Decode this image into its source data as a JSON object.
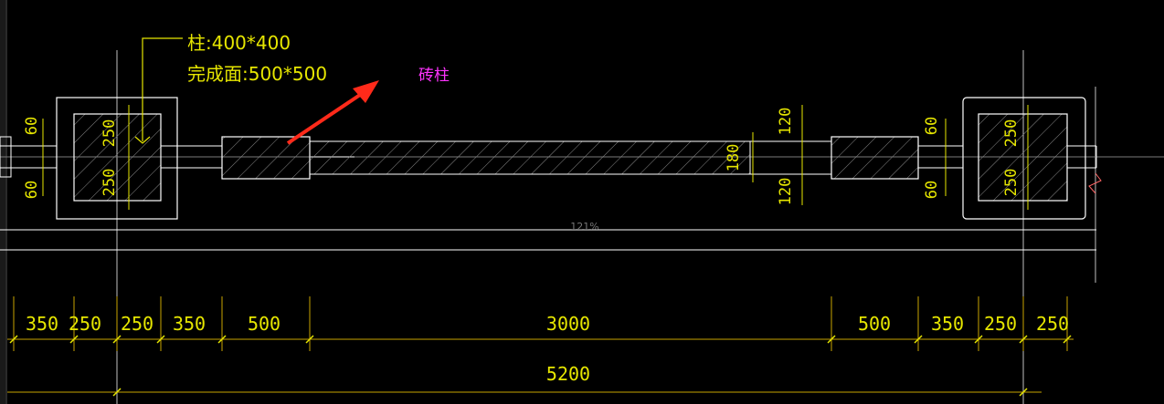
{
  "annotations": {
    "column_size": "柱:400*400",
    "finished_face": "完成面:500*500",
    "brick_column": "砖柱",
    "zoom_watermark": "121%"
  },
  "dimensions": {
    "bottom_row": [
      "350",
      "250",
      "250",
      "350",
      "500",
      "3000",
      "500",
      "350",
      "250",
      "250"
    ],
    "total": "5200",
    "left_upper": "60",
    "left_lower": "60",
    "left_col_upper": "250",
    "left_col_lower": "250",
    "right_gap_upper": "120",
    "right_gap_lower": "120",
    "right_wall": "180",
    "right_upper": "60",
    "right_lower": "60",
    "right_col_upper": "250",
    "right_col_lower": "250"
  },
  "colors": {
    "background": "#000000",
    "lines": "#ffffff",
    "dimension": "#e6e600",
    "axis": "#bfbfbf",
    "arrow": "#ff2a1a",
    "label_magenta": "#ff33ff"
  }
}
